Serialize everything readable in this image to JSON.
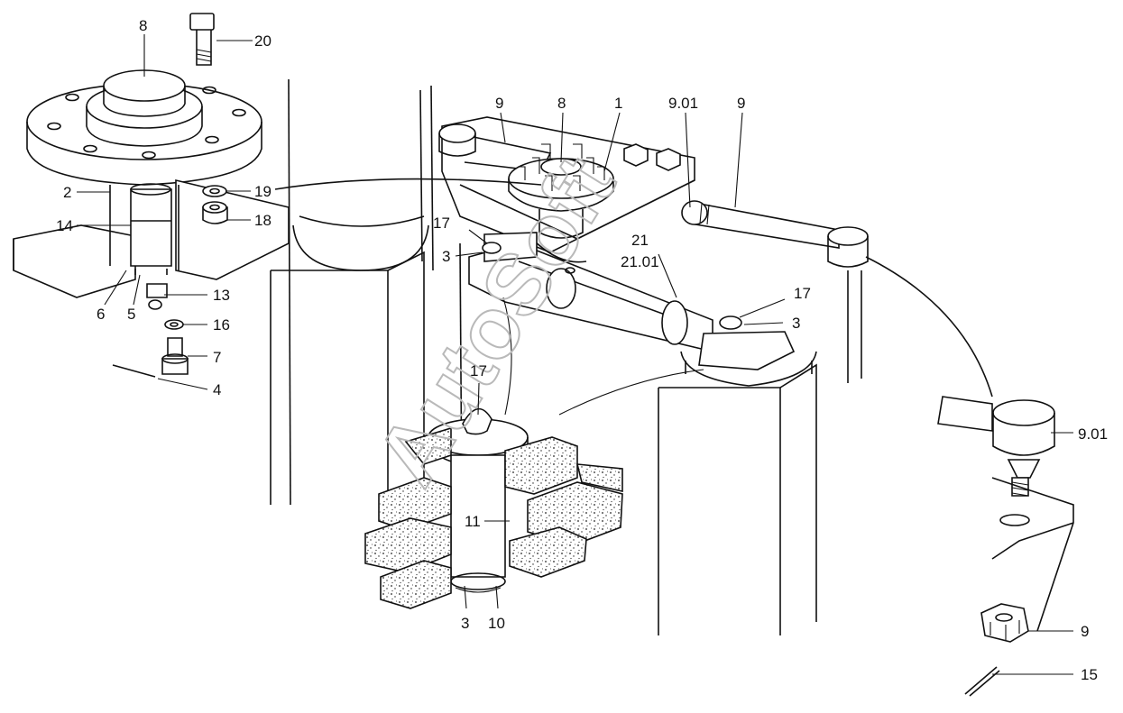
{
  "watermark": "AutoSoft",
  "callouts": [
    {
      "id": "c8a",
      "text": "8"
    },
    {
      "id": "c20",
      "text": "20"
    },
    {
      "id": "c2",
      "text": "2"
    },
    {
      "id": "c19",
      "text": "19"
    },
    {
      "id": "c14",
      "text": "14"
    },
    {
      "id": "c18",
      "text": "18"
    },
    {
      "id": "c13",
      "text": "13"
    },
    {
      "id": "c6",
      "text": "6"
    },
    {
      "id": "c5",
      "text": "5"
    },
    {
      "id": "c16",
      "text": "16"
    },
    {
      "id": "c7",
      "text": "7"
    },
    {
      "id": "c4",
      "text": "4"
    },
    {
      "id": "c9a",
      "text": "9"
    },
    {
      "id": "c8b",
      "text": "8"
    },
    {
      "id": "c1",
      "text": "1"
    },
    {
      "id": "c901a",
      "text": "9.01"
    },
    {
      "id": "c9b",
      "text": "9"
    },
    {
      "id": "c17a",
      "text": "17"
    },
    {
      "id": "c3a",
      "text": "3"
    },
    {
      "id": "c21",
      "text": "21"
    },
    {
      "id": "c2101",
      "text": "21.01"
    },
    {
      "id": "c17b",
      "text": "17"
    },
    {
      "id": "c3b",
      "text": "3"
    },
    {
      "id": "c17c",
      "text": "17"
    },
    {
      "id": "c11",
      "text": "11"
    },
    {
      "id": "c3c",
      "text": "3"
    },
    {
      "id": "c10",
      "text": "10"
    },
    {
      "id": "c901b",
      "text": "9.01"
    },
    {
      "id": "c9c",
      "text": "9"
    },
    {
      "id": "c15",
      "text": "15"
    }
  ]
}
